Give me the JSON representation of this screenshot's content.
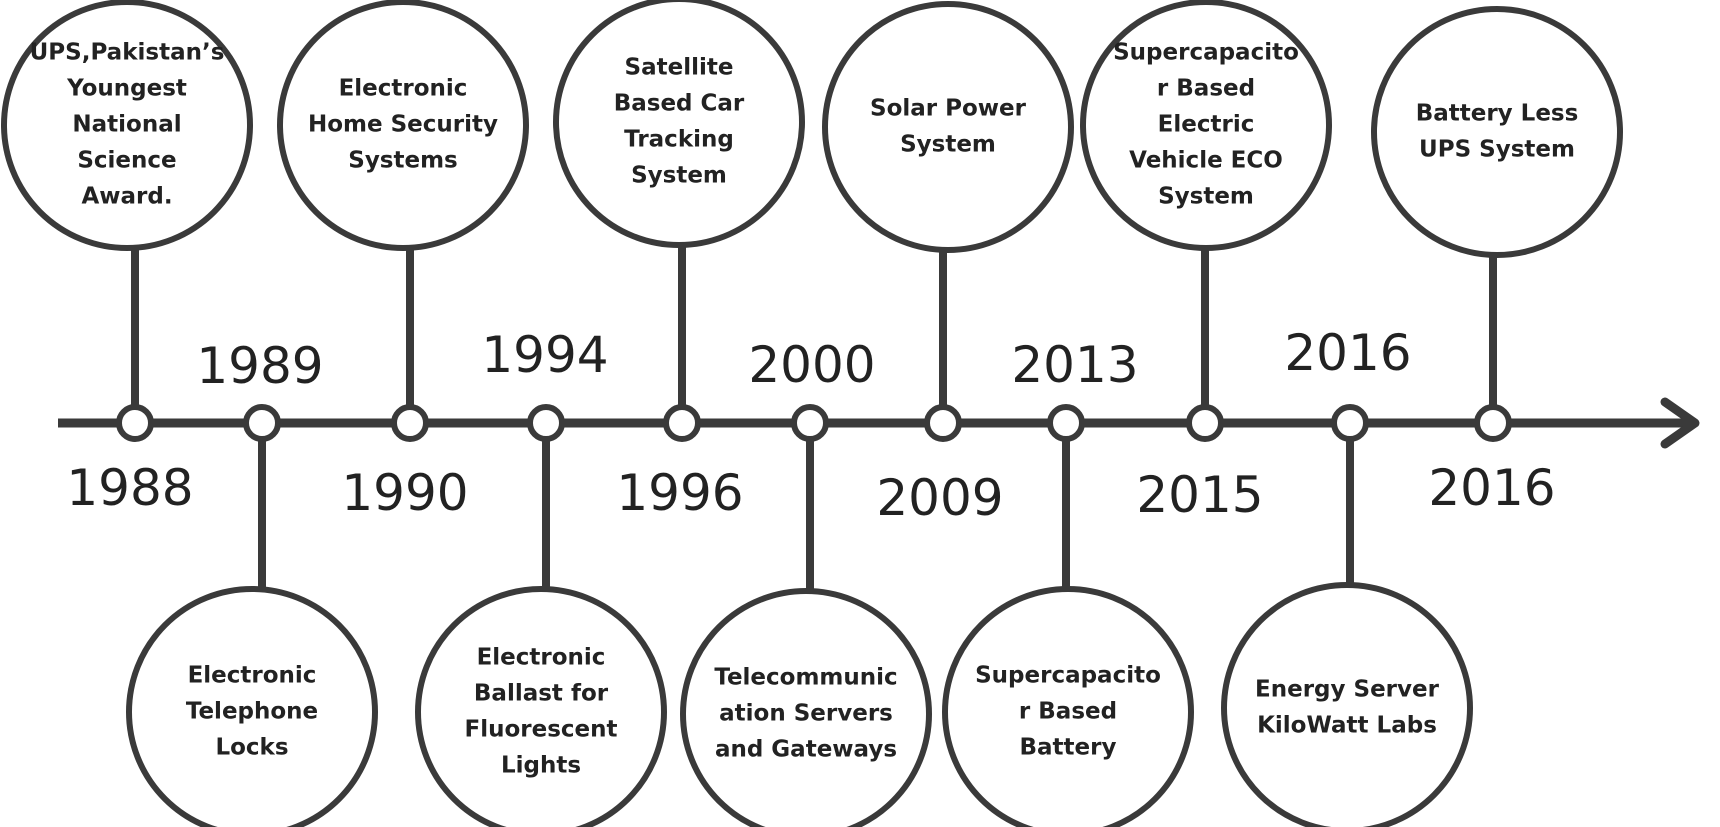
{
  "timeline": {
    "line_color": "#3a3a3a",
    "events": [
      {
        "year": "1988",
        "position": "above",
        "lines": [
          "UPS,Pakistan’s",
          "Youngest",
          "National",
          "Science",
          "Award."
        ]
      },
      {
        "year": "1989",
        "position": "below",
        "lines": [
          "Electronic",
          "Telephone",
          "Locks"
        ]
      },
      {
        "year": "1990",
        "position": "above",
        "lines": [
          "Electronic",
          "Home Security",
          "Systems"
        ]
      },
      {
        "year": "1994",
        "position": "below",
        "lines": [
          "Electronic",
          "Ballast for",
          "Fluorescent",
          "Lights"
        ]
      },
      {
        "year": "1996",
        "position": "above",
        "lines": [
          "Satellite",
          "Based Car",
          "Tracking",
          "System"
        ]
      },
      {
        "year": "2000",
        "position": "below",
        "lines": [
          "Telecommunic",
          "ation Servers",
          "and Gateways"
        ]
      },
      {
        "year": "2009",
        "position": "above",
        "lines": [
          "Solar Power",
          "System"
        ]
      },
      {
        "year": "2013",
        "position": "below",
        "lines": [
          "Supercapacito",
          "r Based",
          "Battery"
        ]
      },
      {
        "year": "2015",
        "position": "above",
        "lines": [
          "Supercapacito",
          "r Based",
          "Electric",
          "Vehicle ECO",
          "System"
        ]
      },
      {
        "year": "2016",
        "position": "below",
        "lines": [
          "Energy Server",
          "KiloWatt Labs"
        ]
      },
      {
        "year": "2016",
        "position": "above",
        "lines": [
          "Battery Less",
          "UPS System"
        ]
      }
    ]
  }
}
